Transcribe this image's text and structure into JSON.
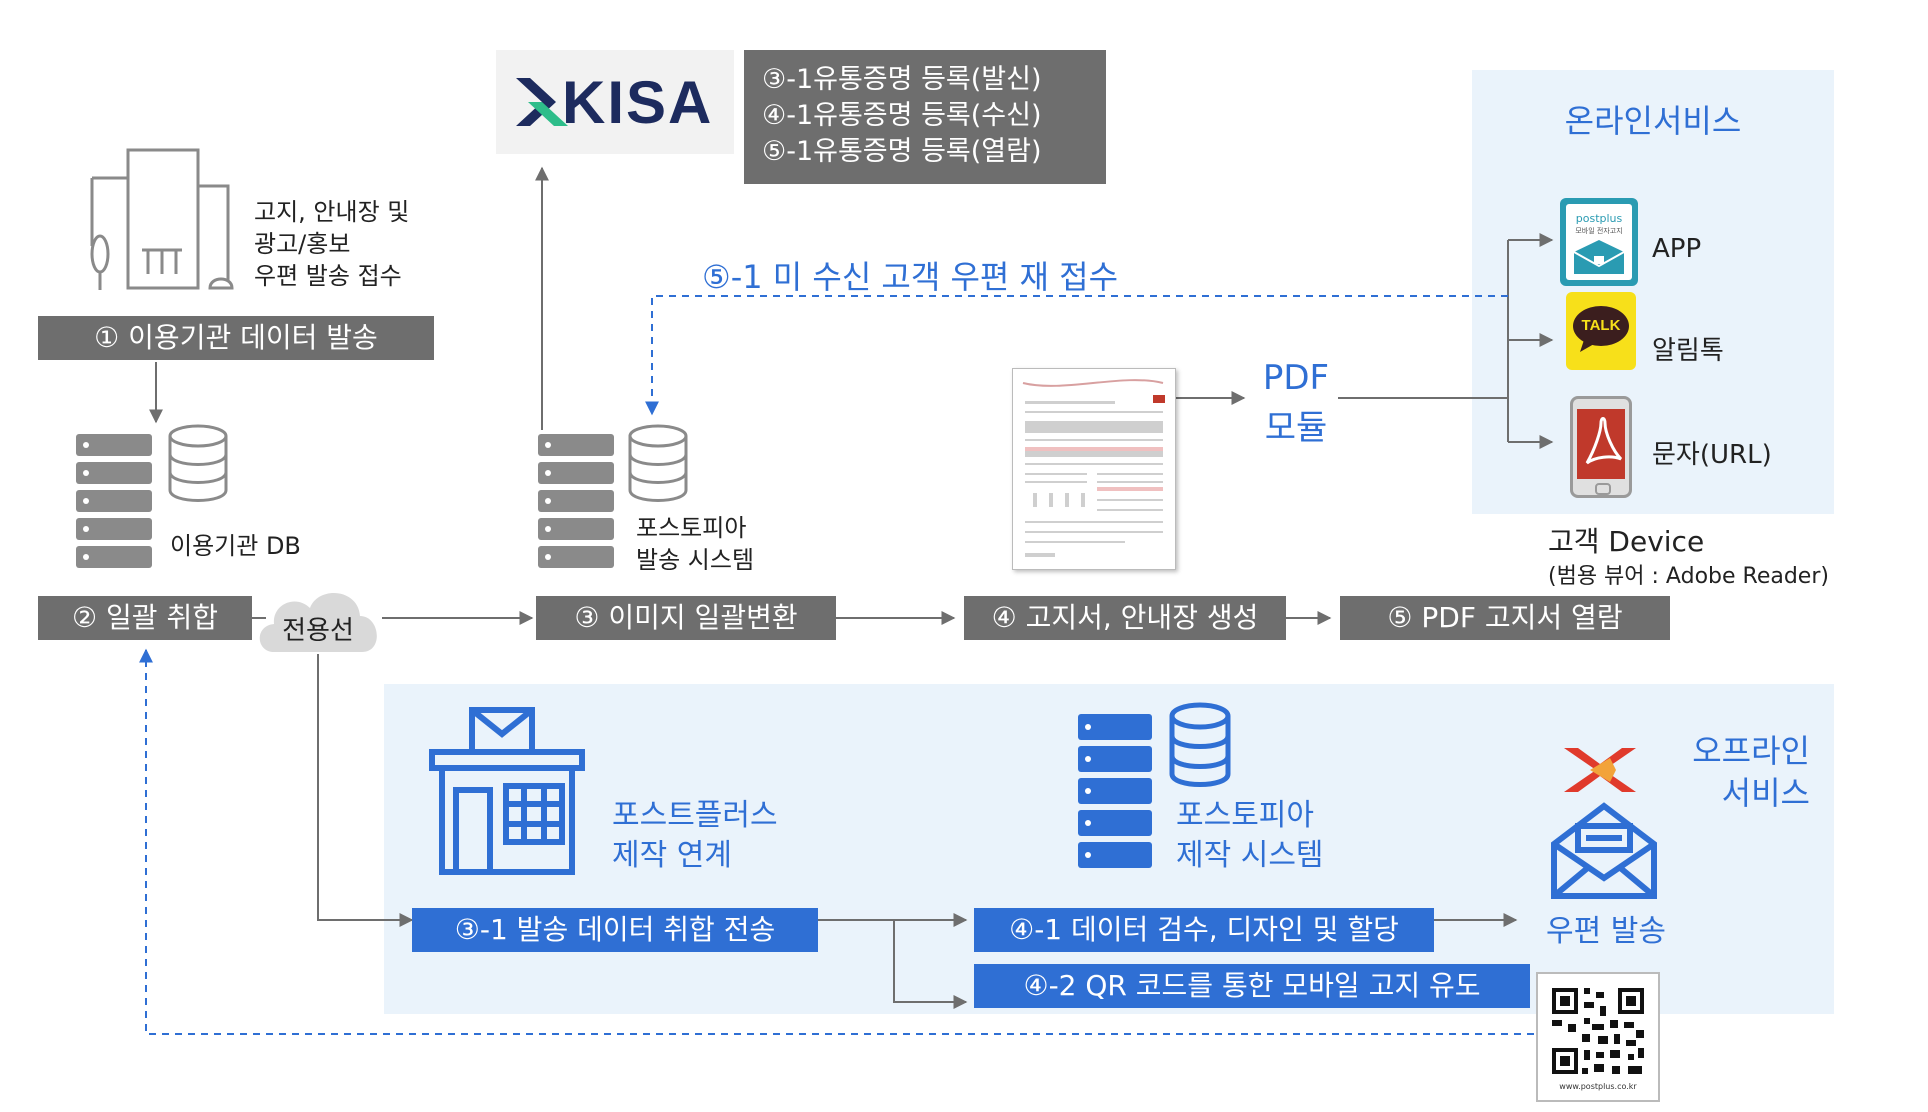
{
  "kisa": {
    "logo_text": "KISA"
  },
  "kisa_box": {
    "lines": [
      "③-1유통증명 등록(발신)",
      "④-1유통증명 등록(수신)",
      "⑤-1유통증명 등록(열람)"
    ]
  },
  "institution": {
    "desc_lines": [
      "고지, 안내장 및",
      "광고/홍보",
      "우편 발송 접수"
    ],
    "db_label": "이용기관  DB"
  },
  "steps": {
    "s1": "① 이용기관 데이터 발송",
    "s2": "② 일괄 취합",
    "s3": "③ 이미지 일괄변환",
    "s4": "④ 고지서, 안내장 생성",
    "s5": "⑤ PDF 고지서 열람"
  },
  "cloud_label": "전용선",
  "postopia_send": {
    "lines": [
      "포스토피아",
      "발송 시스템"
    ]
  },
  "resend_label": "⑤-1 미 수신 고객 우편 재 접수",
  "pdf_module": {
    "lines": [
      "PDF",
      "모듈"
    ]
  },
  "online": {
    "title": "온라인서비스",
    "items": [
      {
        "label": "APP",
        "icon": "postplus-app-icon"
      },
      {
        "label": "알림톡",
        "icon": "kakao-talk-icon",
        "icon_text": "TALK"
      },
      {
        "label": "문자(URL)",
        "icon": "pdf-phone-icon"
      }
    ],
    "device_label": "고객 Device",
    "device_sub": "(범용 뷰어 : Adobe Reader)",
    "app_icon_text": "postplus",
    "app_icon_sub": "모바일 전자고지"
  },
  "offline": {
    "title_lines": [
      "오프라인",
      "서비스"
    ],
    "postplus_lines": [
      "포스트플러스",
      "제작 연계"
    ],
    "postopia_make_lines": [
      "포스토피아",
      "제작 시스템"
    ],
    "s31": "③-1 발송 데이터 취합 전송",
    "s41": "④-1 데이터 검수, 디자인 및 할당",
    "s42": "④-2 QR 코드를 통한 모바일 고지 유도",
    "mail_send": "우편 발송",
    "qr_caption": "www.postplus.co.kr"
  },
  "colors": {
    "gray": "#6e6e6e",
    "blue": "#2f6fd4",
    "panel": "#eaf3fb",
    "kisa_green": "#2ebd8a",
    "kisa_navy": "#1d2b5e"
  }
}
